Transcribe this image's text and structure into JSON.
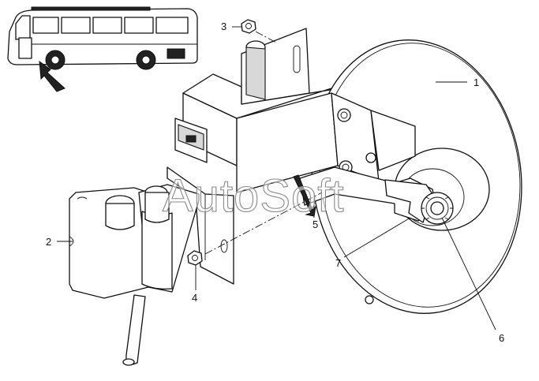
{
  "watermark": "AutoSoft",
  "callouts": [
    "1",
    "2",
    "3",
    "4",
    "5",
    "6",
    "7"
  ]
}
